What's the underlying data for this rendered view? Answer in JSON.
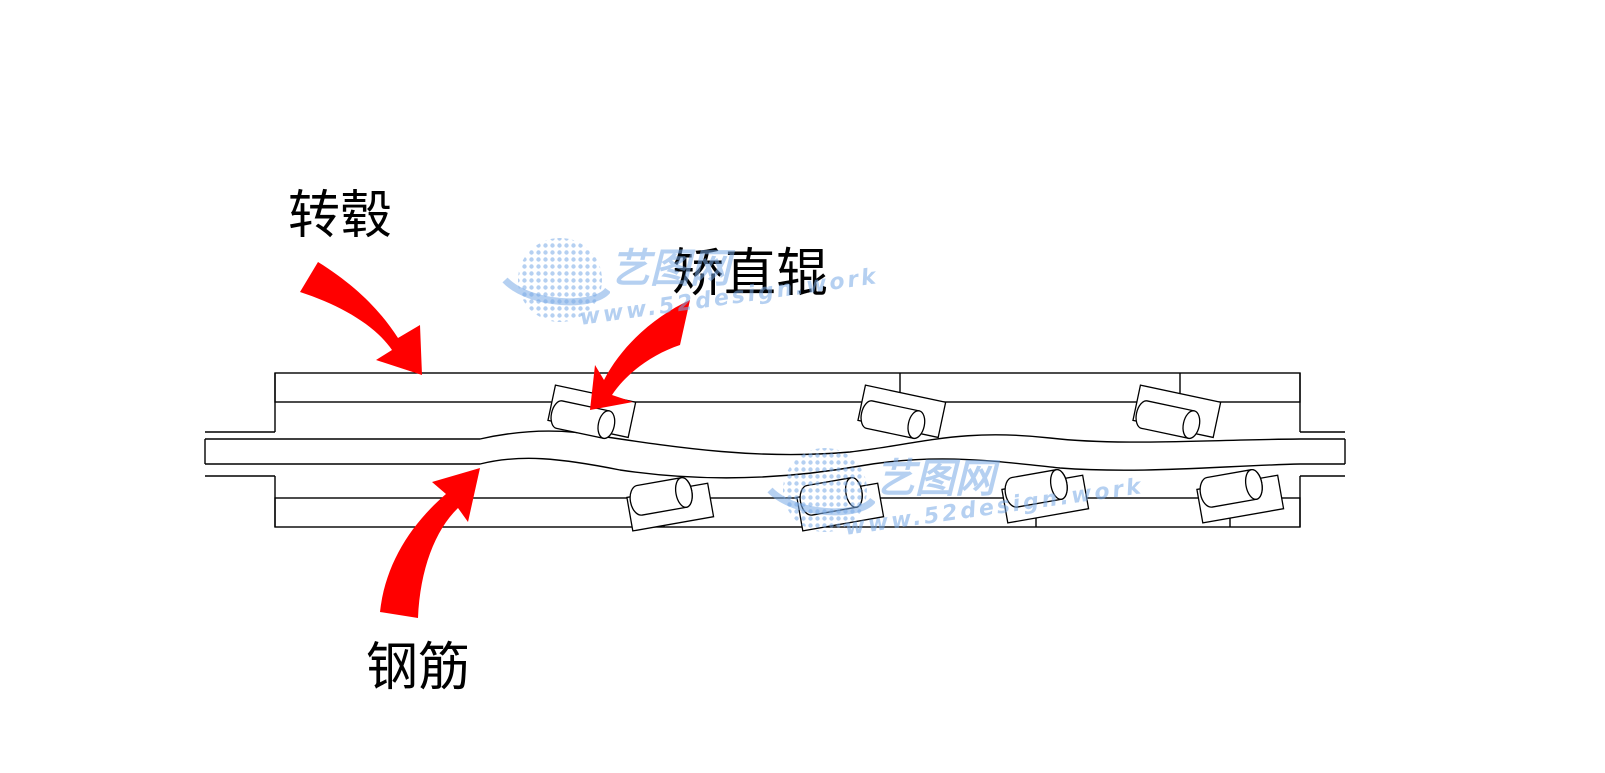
{
  "labels": {
    "hub": "转毂",
    "roller": "矫直辊",
    "rebar": "钢筋"
  },
  "watermark": {
    "brand": "艺图网",
    "url": "www.52design.work"
  },
  "colors": {
    "arrow": "#ff0000",
    "line": "#000000",
    "watermark": "#78aae6"
  }
}
